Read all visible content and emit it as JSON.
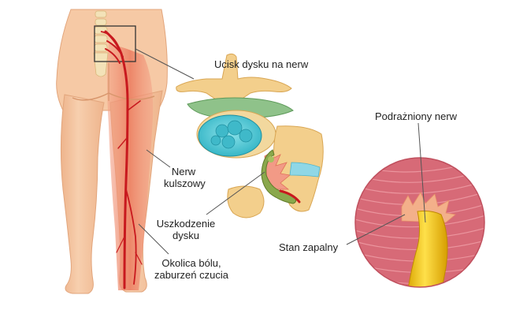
{
  "labels": {
    "disc_pressure": "Ucisk dysku na nerw",
    "sciatic_nerve_line1": "Nerw",
    "sciatic_nerve_line2": "kulszowy",
    "disc_damage_line1": "Uszkodzenie",
    "disc_damage_line2": "dysku",
    "pain_area_line1": "Okolica bólu,",
    "pain_area_line2": "zaburzeń czucia",
    "irritated_nerve": "Podrażniony nerw",
    "inflammation": "Stan zapalny"
  },
  "colors": {
    "skin": "#f5c7a1",
    "skin_shadow": "#e8a97e",
    "pain_area": "#ef8a6d",
    "nerve": "#c8191e",
    "bone": "#f3d08e",
    "bone_shadow": "#d9a653",
    "disc_green": "#8fc28a",
    "nucleus_cyan": "#4cc6d4",
    "muscle": "#d86d79",
    "nerve_yellow": "#f0c419",
    "leader_line": "#555555"
  },
  "icons": {
    "body": "human-back-legs-illustration",
    "vertebra": "lumbar-vertebra-herniated-disc-illustration",
    "zoom": "inflamed-nerve-closeup-illustration"
  }
}
